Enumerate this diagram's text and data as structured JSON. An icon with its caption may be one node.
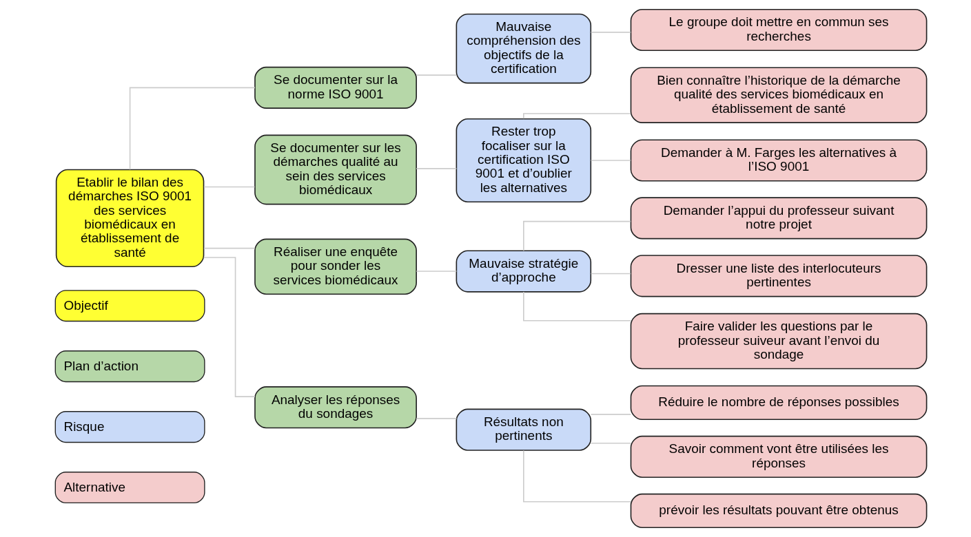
{
  "diagram": {
    "nodes": [
      {
        "text": [
          "Etablir le bilan des démarches ISO 9001 des services biomédicaux en établissement de santé"
        ]
      },
      {
        "text": [
          "Se documenter sur la norme ISO 9001"
        ]
      },
      {
        "text": [
          "Se documenter sur les démarches qualité au sein des services biomédicaux"
        ]
      },
      {
        "text": [
          "Réaliser une enquête pour sonder les services biomédicaux"
        ]
      },
      {
        "text": [
          "Analyser les réponses du sondages"
        ]
      },
      {
        "text": [
          "Mauvaise compréhension des objectifs de la certification"
        ]
      },
      {
        "text": [
          "Rester trop focaliser sur la certification ISO 9001 et d’oublier les alternatives"
        ]
      },
      {
        "text": [
          "Mauvaise stratégie d’approche"
        ]
      },
      {
        "text": [
          "Résultats non pertinents"
        ]
      },
      {
        "text": [
          "Le groupe doit mettre en commun ses recherches"
        ]
      },
      {
        "text": [
          "Bien connaître l’historique de la démarche qualité des services biomédicaux en établissement de santé"
        ]
      },
      {
        "text": [
          "Demander à M. Farges les alternatives à l’ISO 9001"
        ]
      },
      {
        "text": [
          "Demander l’appui du professeur suivant notre projet"
        ]
      },
      {
        "text": [
          "Dresser une liste des interlocuteurs pertinentes"
        ]
      },
      {
        "text": [
          "Faire valider les questions par le professeur suiveur avant l’envoi du sondage"
        ]
      },
      {
        "text": [
          "Réduire le nombre de réponses possibles"
        ]
      },
      {
        "text": [
          "Savoir comment vont être utilisées les réponses"
        ]
      },
      {
        "text": [
          "prévoir les résultats pouvant être obtenus"
        ]
      }
    ],
    "edges": [
      {
        "from": 0,
        "to": 1,
        "arrow": "none"
      },
      {
        "from": 0,
        "to": 2,
        "arrow": "none"
      },
      {
        "from": 0,
        "to": 3,
        "arrow": "none"
      },
      {
        "from": 0,
        "to": 4,
        "arrow": "none"
      },
      {
        "from": 1,
        "to": 5,
        "arrow": "none"
      },
      {
        "from": 2,
        "to": 6,
        "arrow": "none"
      },
      {
        "from": 3,
        "to": 7,
        "arrow": "none"
      },
      {
        "from": 4,
        "to": 8,
        "arrow": "none"
      },
      {
        "from": 5,
        "to": 9,
        "arrow": "none"
      },
      {
        "from": 6,
        "to": 10,
        "arrow": "none"
      },
      {
        "from": 6,
        "to": 11,
        "arrow": "none"
      },
      {
        "from": 7,
        "to": 12,
        "arrow": "none"
      },
      {
        "from": 7,
        "to": 13,
        "arrow": "none"
      },
      {
        "from": 7,
        "to": 14,
        "arrow": "none"
      },
      {
        "from": 8,
        "to": 15,
        "arrow": "none"
      },
      {
        "from": 8,
        "to": 16,
        "arrow": "none"
      },
      {
        "from": 8,
        "to": 17,
        "arrow": "none"
      }
    ],
    "legend": [
      {
        "text": "Objectif",
        "color": "#ffff33"
      },
      {
        "text": "Plan d’action",
        "color": "#b6d7a8"
      },
      {
        "text": "Risque",
        "color": "#c9daf8"
      },
      {
        "text": "Alternative",
        "color": "#f4cccc"
      }
    ]
  }
}
